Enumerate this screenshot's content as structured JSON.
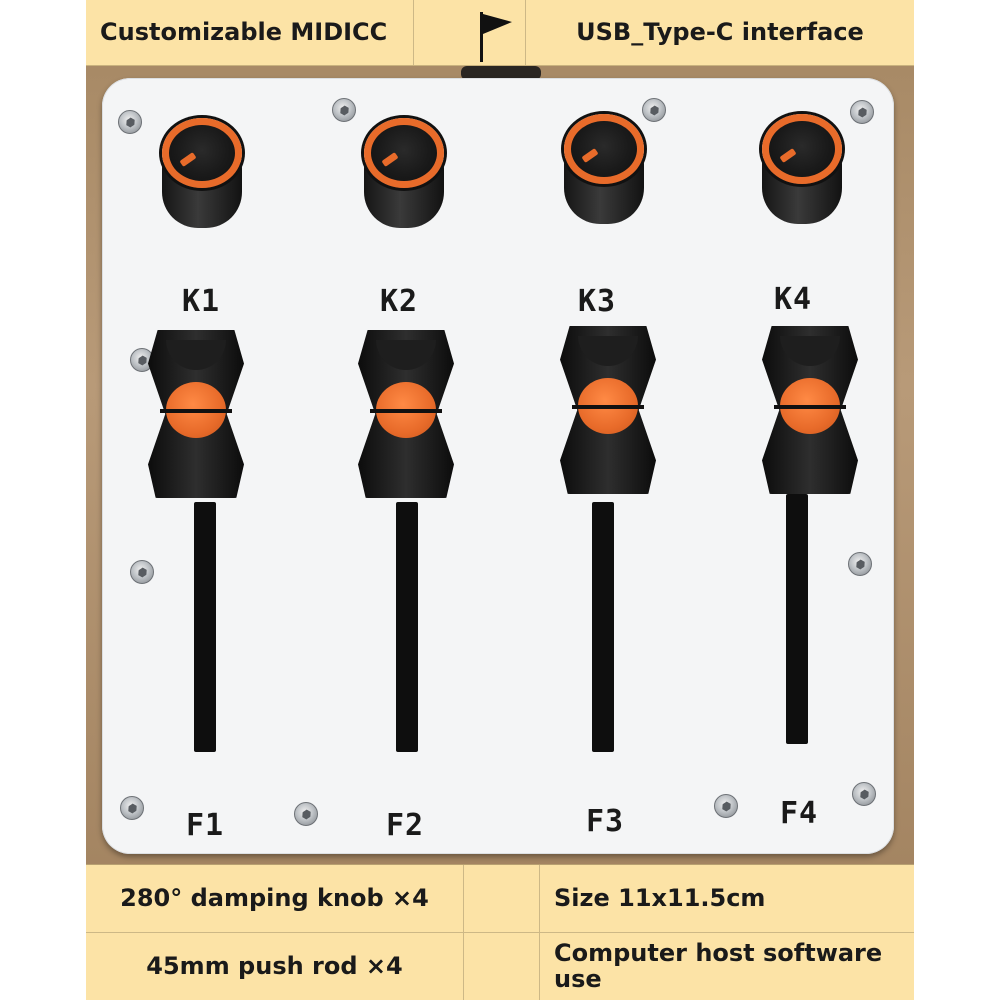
{
  "top_banner": {
    "left_text": "Customizable MIDICC",
    "right_text": "USB_Type-C interface",
    "flag_icon": "flag-icon"
  },
  "bottom_banner": {
    "row1": {
      "left": "280° damping knob ×4",
      "right": "Size 11x11.5cm"
    },
    "row2": {
      "left": "45mm push rod ×4",
      "right": "Computer host software use"
    }
  },
  "device": {
    "knob_labels": [
      "K1",
      "K2",
      "K3",
      "K4"
    ],
    "fader_labels": [
      "F1",
      "F2",
      "F3",
      "F4"
    ],
    "accent_color": "#e86b2a",
    "panel_color": "#f4f5f6"
  }
}
